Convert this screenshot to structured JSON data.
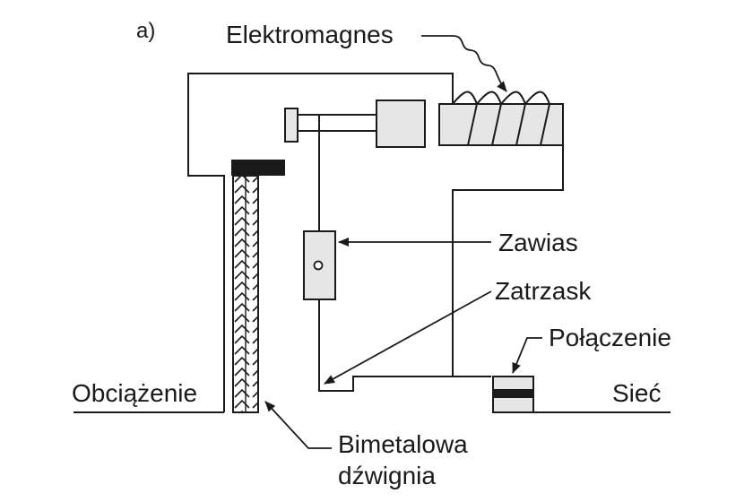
{
  "figure_label": "a)",
  "labels": {
    "electromagnet": "Elektromagnes",
    "hinge": "Zawias",
    "latch": "Zatrzask",
    "connection": "Połączenie",
    "load": "Obciążenie",
    "mains": "Sieć",
    "bimetal_line1": "Bimetalowa",
    "bimetal_line2": "dźwignia"
  },
  "colors": {
    "line": "#1a1a1a",
    "part_fill": "#e6e6e6",
    "contact_black": "#1a1a1a"
  }
}
